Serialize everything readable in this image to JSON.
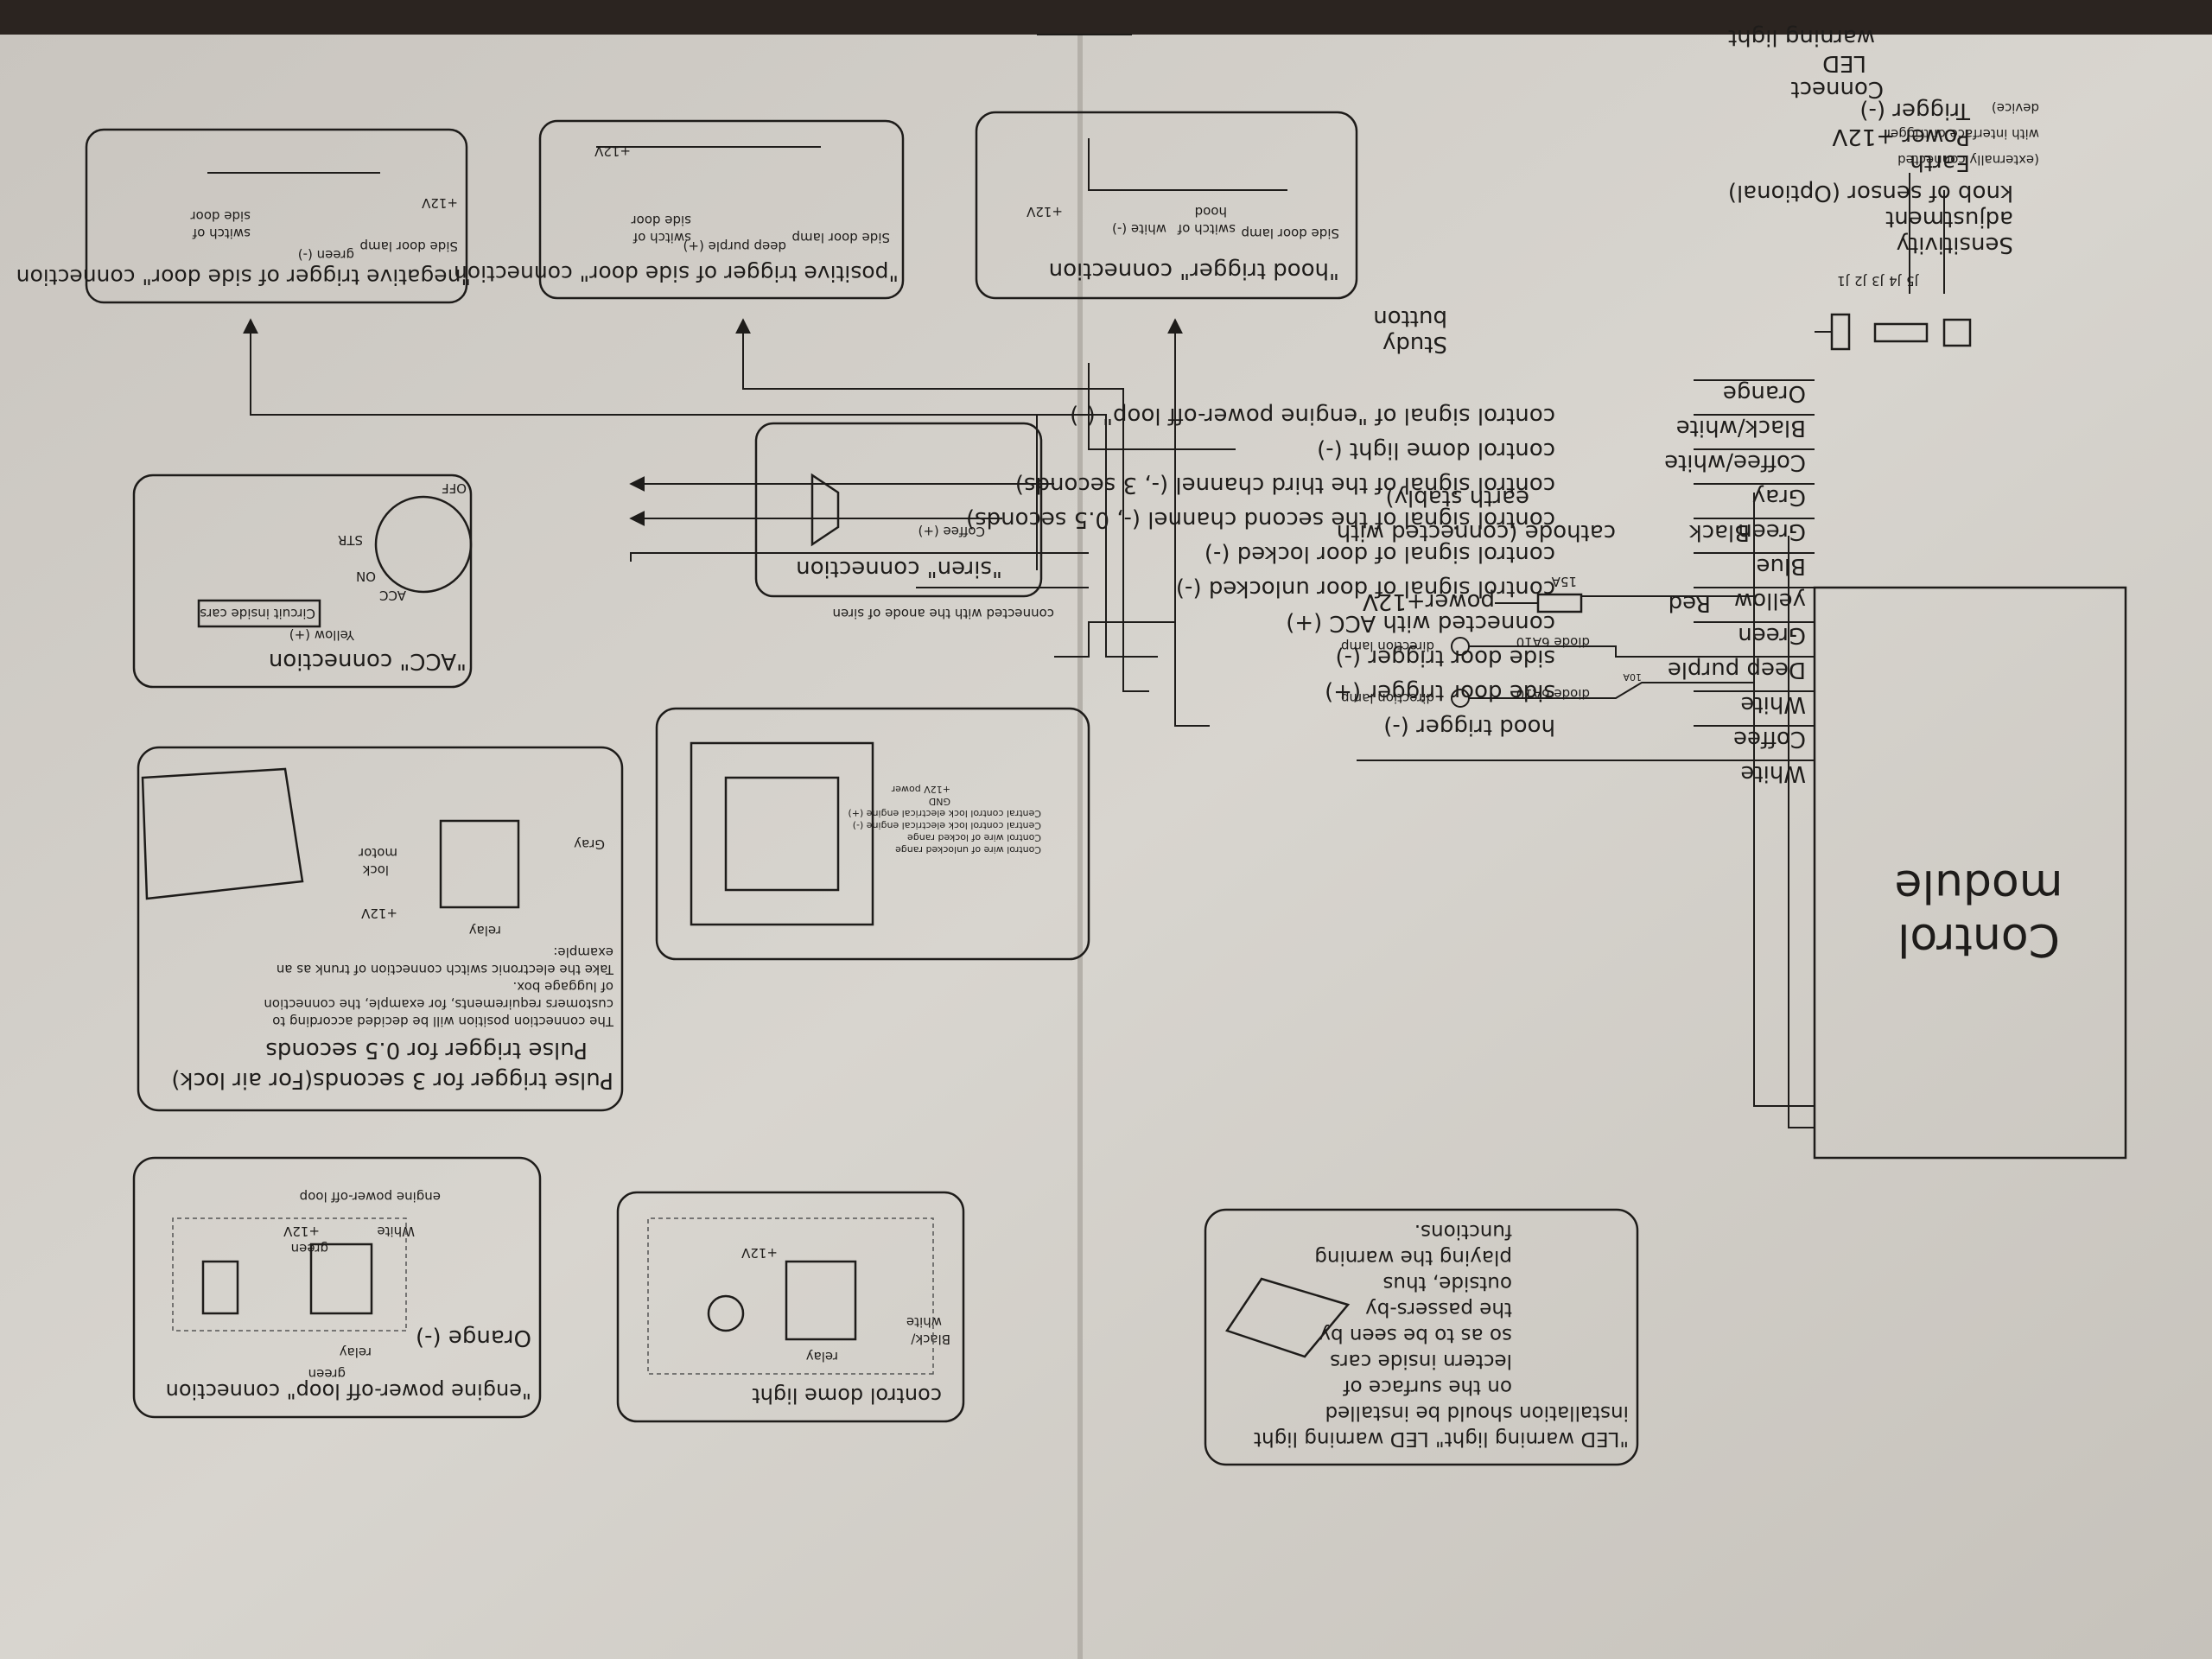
{
  "module": {
    "title_line1": "Control",
    "title_line2": "module"
  },
  "wires": [
    {
      "color": "White",
      "function": ""
    },
    {
      "color": "Coffee",
      "function": "hood trigger (-)"
    },
    {
      "color": "White",
      "function": "side door trigger (+)"
    },
    {
      "color": "Deep purple",
      "function": "side door trigger (-)"
    },
    {
      "color": "Green",
      "function": "connected with ACC (+)"
    },
    {
      "color": "yellow",
      "function": "control signal of door unlocked (-)"
    },
    {
      "color": "Blue",
      "function": "control signal of door locked (-)"
    },
    {
      "color": "Green",
      "function": "control signal of the second channel (-, 0.5 seconds)"
    },
    {
      "color": "Gray",
      "function": "control signal of the third channel (-, 3 seconds)"
    },
    {
      "color": "Coffee/white",
      "function": "control dome light (-)"
    },
    {
      "color": "Black/white",
      "function": "control signal of \"engine power-off loop\" (-)"
    },
    {
      "color": "Orange",
      "function": ""
    }
  ],
  "power": {
    "black_label": "Black",
    "black_desc": "cathode (connected with",
    "black_desc2": "earth stably)",
    "red_label": "Red",
    "red_desc": "power+12V",
    "fuse": "15A",
    "fuse2": "10A",
    "diode1": "diode 6A10",
    "diode2": "diode 6A10",
    "lamp1": "direction lamp",
    "lamp2": "direction lamp"
  },
  "study_button": {
    "line1": "Study",
    "line2": "button"
  },
  "sensor": {
    "j_labels": [
      "J1",
      "J2",
      "J3",
      "J4",
      "J5"
    ],
    "sens_line1": "Sensitivity",
    "sens_line2": "adjustment",
    "sens_line3": "knob of sensor (Optional)",
    "earth": "Earth",
    "ext1": "(externally connected",
    "power12": "Power +12V",
    "ext2": "with interface of trigger",
    "trigger": "Trigger (-)",
    "ext3": "device)",
    "led_line1": "Connect",
    "led_line2": "LED",
    "led_line3": "warning light"
  },
  "hood_box": {
    "title": "\"hood trigger\" connection",
    "lamp": "Side door lamp",
    "v12": "+12V",
    "wire": "white (-)",
    "switch1": "switch of",
    "switch2": "hood"
  },
  "pos_box": {
    "title": "\"positive trigger of side door\" connection",
    "lamp": "Side door lamp",
    "v12": "+12V",
    "wire": "deep purple (+)",
    "switch1": "switch of",
    "switch2": "side door"
  },
  "neg_box": {
    "title": "\"negative trigger of side door\" connection",
    "lamp": "Side door lamp",
    "v12": "+12V",
    "wire": "green (-)",
    "switch1": "switch of",
    "switch2": "side door"
  },
  "siren_box": {
    "title": "\"siren\" connection",
    "wire": "Coffee (+)",
    "note": "connected with the anode of siren"
  },
  "acc_box": {
    "title": "\"ACC\" connection",
    "wire": "Yellow (+)",
    "circuit": "Circuit inside cars",
    "positions": [
      "OFF",
      "ACC",
      "ON",
      "STR"
    ]
  },
  "lock_box": {
    "pins": [
      "+12V power",
      "GND",
      "Central control lock electrical engine (+)",
      "Central control lock electrical engine (-)",
      "Control wire of locked range",
      "Control wire of unlocked range"
    ]
  },
  "pulse_box": {
    "title1": "Pulse trigger for 3 seconds(For air lock)",
    "title2": "Pulse trigger for 0.5 seconds",
    "desc": [
      "The connection position will be decided according to",
      "customers requirements, for example, the connection",
      "of luggage box.",
      "Take the electronic switch connection of trunk as an",
      "example:"
    ],
    "gray": "Gray",
    "relay": "relay",
    "v12": "+12V",
    "motor1": "motor",
    "motor2": "lock"
  },
  "engine_box": {
    "title": "\"engine power-off loop\" connection",
    "orange": "Orange (-)",
    "relay": "relay",
    "green1": "green",
    "green2": "green",
    "v12": "+12V",
    "white": "White",
    "loop": "engine power-off loop"
  },
  "dome_box": {
    "title": "control dome light",
    "wire1": "Black/",
    "wire2": "white",
    "relay": "relay",
    "v12": "+12V"
  },
  "led_box": {
    "lines": [
      "\"LED warning light\" LED warning light",
      "installation                should be installed",
      "on the surface of",
      "lectern inside cars",
      "so as to be seen by",
      "the passers-by",
      "outside, thus",
      "playing the warning",
      "functions."
    ]
  }
}
